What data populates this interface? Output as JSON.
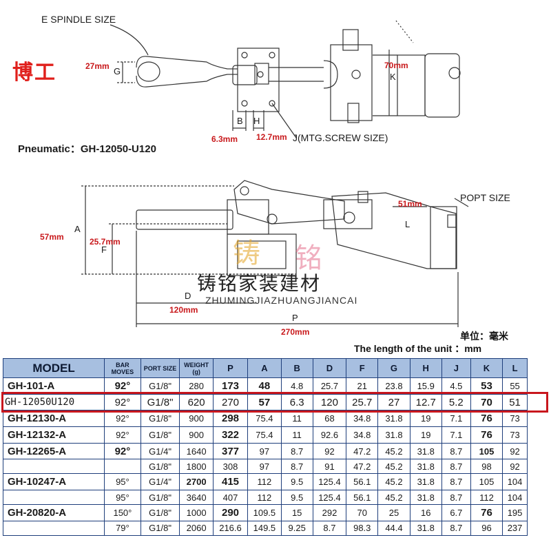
{
  "brand_text": "博工",
  "labels": {
    "spindle_size": "E SPINDLE SIZE",
    "mtg_screw": "J(MTG.SCREW SIZE)",
    "pneumatic": "Pneumatic：GH-12050-U120",
    "popt_size": "POPT SIZE",
    "letter_G": "G",
    "letter_K": "K",
    "letter_B": "B",
    "letter_H": "H",
    "letter_A": "A",
    "letter_F": "F",
    "letter_L": "L",
    "letter_D": "D",
    "letter_P": "P"
  },
  "dims": {
    "d27": "27mm",
    "d70": "70mm",
    "d63": "6.3mm",
    "d127": "12.7mm",
    "d51": "51mm",
    "d57": "57mm",
    "d257": "25.7mm",
    "d120": "120mm",
    "d270": "270mm"
  },
  "watermark": {
    "cn": "铸铭家装建材",
    "en": "ZHUMINGJIAZHUANGJIANCAI",
    "big1": "铸",
    "big2": "铭"
  },
  "units": {
    "cn": "单位：毫米",
    "en": "The length of the unit ：mm"
  },
  "table": {
    "headers": [
      "MODEL",
      "BAR MOVES",
      "PORT SIZE",
      "WEIGHT (g)",
      "P",
      "A",
      "B",
      "D",
      "F",
      "G",
      "H",
      "J",
      "K",
      "L"
    ],
    "rows": [
      [
        "GH-101-A",
        "92°",
        "G1/8\"",
        "280",
        "173",
        "48",
        "4.8",
        "25.7",
        "21",
        "23.8",
        "15.9",
        "4.5",
        "53",
        "55"
      ],
      [
        "GH-12050U120",
        "92°",
        "G1/8\"",
        "620",
        "270",
        "57",
        "6.3",
        "120",
        "25.7",
        "27",
        "12.7",
        "5.2",
        "70",
        "51"
      ],
      [
        "GH-12130-A",
        "92°",
        "G1/8\"",
        "900",
        "298",
        "75.4",
        "11",
        "68",
        "34.8",
        "31.8",
        "19",
        "7.1",
        "76",
        "73"
      ],
      [
        "GH-12132-A",
        "92°",
        "G1/8\"",
        "900",
        "322",
        "75.4",
        "11",
        "92.6",
        "34.8",
        "31.8",
        "19",
        "7.1",
        "76",
        "73"
      ],
      [
        "GH-12265-A",
        "92°",
        "G1/4\"",
        "1640",
        "377",
        "97",
        "8.7",
        "92",
        "47.2",
        "45.2",
        "31.8",
        "8.7",
        "105",
        "92"
      ],
      [
        "",
        "",
        "G1/8\"",
        "1800",
        "308",
        "97",
        "8.7",
        "91",
        "47.2",
        "45.2",
        "31.8",
        "8.7",
        "98",
        "92"
      ],
      [
        "GH-10247-A",
        "95°",
        "G1/4\"",
        "2700",
        "415",
        "112",
        "9.5",
        "125.4",
        "56.1",
        "45.2",
        "31.8",
        "8.7",
        "105",
        "104"
      ],
      [
        "",
        "95°",
        "G1/8\"",
        "3640",
        "407",
        "112",
        "9.5",
        "125.4",
        "56.1",
        "45.2",
        "31.8",
        "8.7",
        "112",
        "104"
      ],
      [
        "GH-20820-A",
        "150°",
        "G1/8\"",
        "1000",
        "290",
        "109.5",
        "15",
        "292",
        "70",
        "25",
        "16",
        "6.7",
        "76",
        "195"
      ],
      [
        "",
        "79°",
        "G1/8\"",
        "2060",
        "216.6",
        "149.5",
        "9.25",
        "8.7",
        "98.3",
        "44.4",
        "31.8",
        "8.7",
        "96",
        "237"
      ]
    ]
  },
  "colors": {
    "brand_red": "#e0201c",
    "header_blue": "#a7bfe0",
    "grid_blue": "#1d3d7a",
    "highlight_red": "#c8161d",
    "watermark_gold": "#e3a21e",
    "watermark_pink": "#e56f8c"
  }
}
